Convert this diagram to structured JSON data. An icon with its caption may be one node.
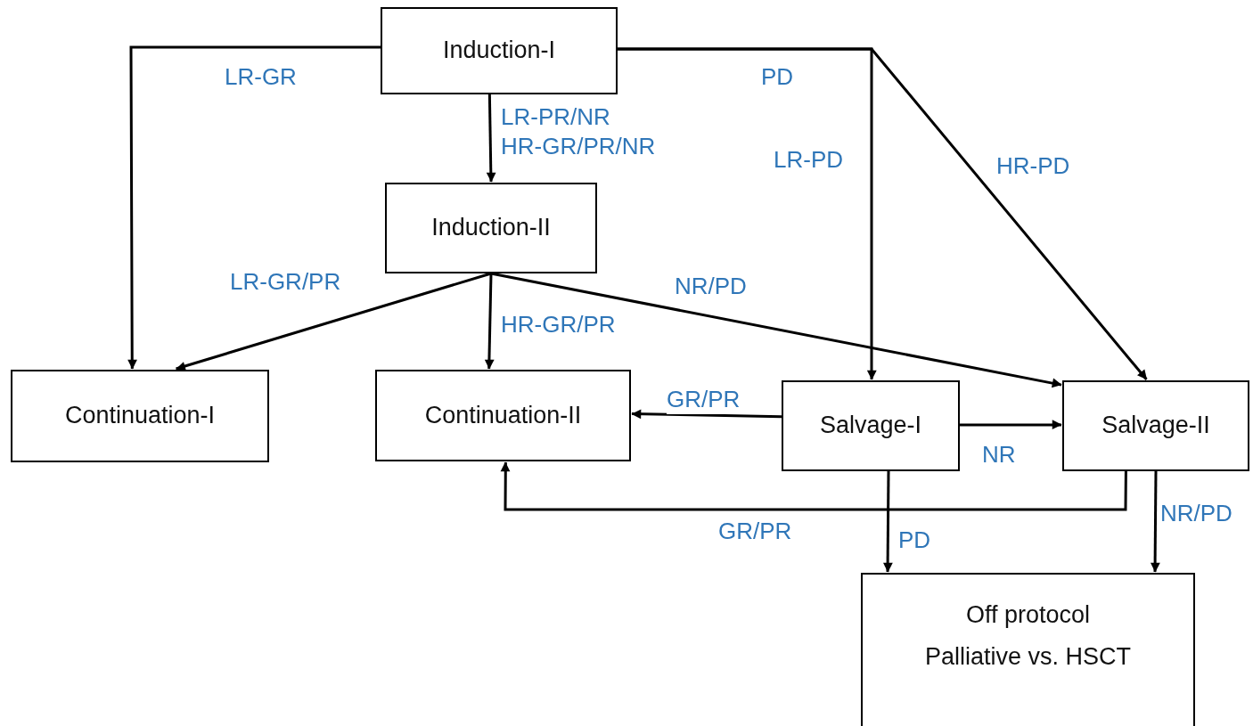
{
  "diagram": {
    "nodes": [
      {
        "text": [
          "Induction-I"
        ]
      },
      {
        "text": [
          "Induction-II"
        ]
      },
      {
        "text": [
          "Continuation-I"
        ]
      },
      {
        "text": [
          "Continuation-II"
        ]
      },
      {
        "text": [
          "Salvage-I"
        ]
      },
      {
        "text": [
          "Salvage-II"
        ]
      },
      {
        "text": [
          "Off protocol",
          "Palliative vs. HSCT"
        ]
      }
    ],
    "edges": [
      {
        "from": 0,
        "to": 2,
        "arrow": "to",
        "label": "LR-GR"
      },
      {
        "from": 0,
        "to": 1,
        "arrow": "to",
        "label": "LR-PR/NR HR-GR/PR/NR"
      },
      {
        "from": 0,
        "to": 4,
        "arrow": "to",
        "label": "LR-PD"
      },
      {
        "from": 0,
        "to": 5,
        "arrow": "to",
        "label": "HR-PD"
      },
      {
        "from": 1,
        "to": 2,
        "arrow": "to",
        "label": "LR-GR/PR"
      },
      {
        "from": 1,
        "to": 3,
        "arrow": "to",
        "label": "HR-GR/PR"
      },
      {
        "from": 1,
        "to": 5,
        "arrow": "to",
        "label": "NR/PD"
      },
      {
        "from": 4,
        "to": 3,
        "arrow": "to",
        "label": "GR/PR"
      },
      {
        "from": 4,
        "to": 5,
        "arrow": "to",
        "label": "NR"
      },
      {
        "from": 5,
        "to": 3,
        "arrow": "to",
        "label": "GR/PR"
      },
      {
        "from": 4,
        "to": 6,
        "arrow": "to",
        "label": "PD"
      },
      {
        "from": 5,
        "to": 6,
        "arrow": "to",
        "label": "NR/PD"
      }
    ],
    "labels": [
      "PD"
    ]
  }
}
